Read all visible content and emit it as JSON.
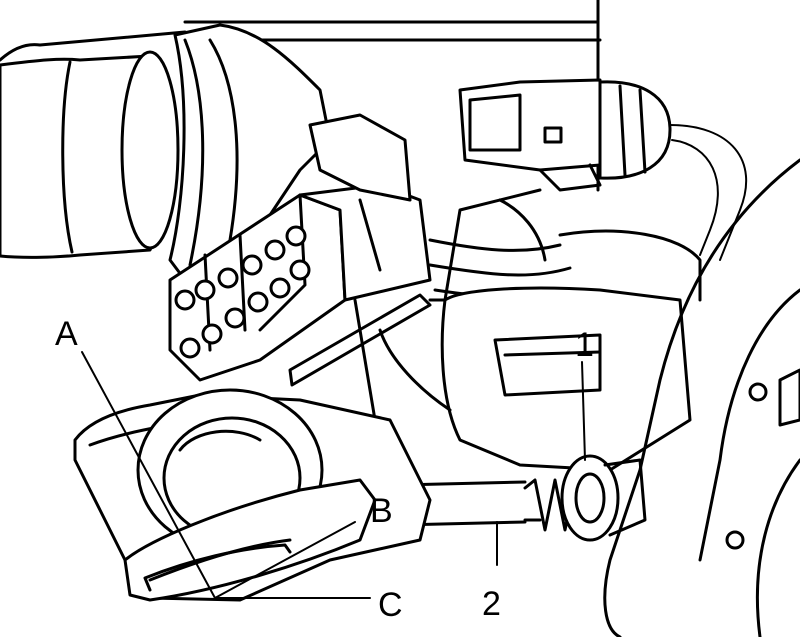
{
  "labels": {
    "a": "A",
    "b": "B",
    "c": "C",
    "one": "1",
    "two": "2"
  },
  "colors": {
    "line": "#000000",
    "background": "#ffffff"
  }
}
